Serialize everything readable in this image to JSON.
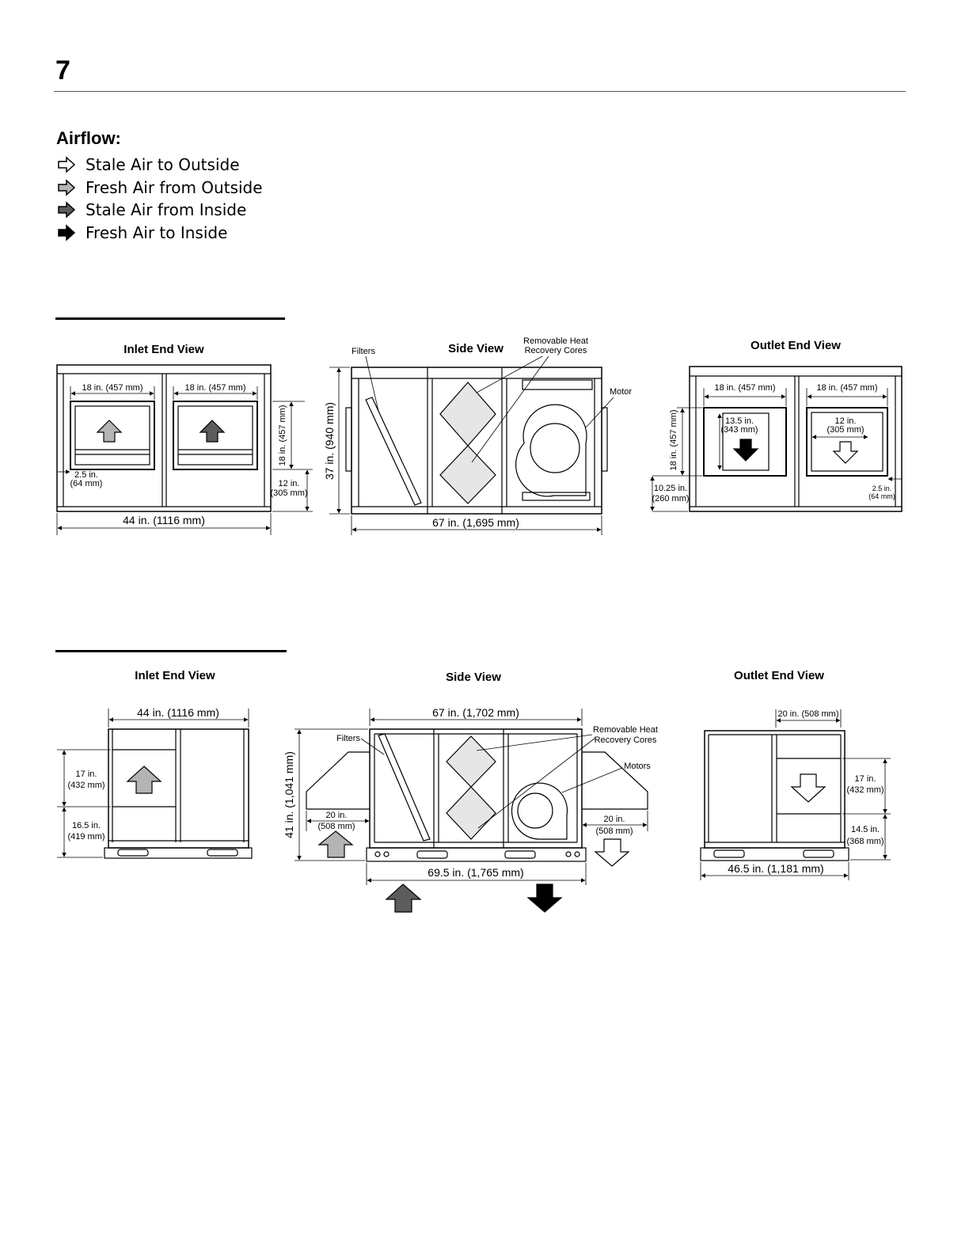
{
  "page": {
    "number": "7"
  },
  "airflow": {
    "title": "Airflow:",
    "legend": [
      {
        "label": "Stale Air to Outside",
        "fill": "#ffffff"
      },
      {
        "label": "Fresh Air from Outside",
        "fill": "#b4b4b4"
      },
      {
        "label": "Stale Air from Inside",
        "fill": "#5c5c5c"
      },
      {
        "label": "Fresh Air to Inside",
        "fill": "#000000"
      }
    ]
  },
  "unit1": {
    "inlet": {
      "title": "Inlet End View",
      "width": "18 in. (457 mm)",
      "width2": "18 in. (457 mm)",
      "height": "18 in. (457 mm)",
      "bottom": "12 in.",
      "bottom_mm": "(305 mm)",
      "offset": "2.5 in.",
      "offset_mm": "(64 mm)",
      "overall": "44 in. (1116 mm)"
    },
    "side": {
      "title": "Side View",
      "filters": "Filters",
      "cores_1": "Removable Heat",
      "cores_2": "Recovery Cores",
      "motor": "Motor",
      "height": "37 in. (940 mm)",
      "length": "67 in. (1,695 mm)"
    },
    "outlet": {
      "title": "Outlet End View",
      "width": "18 in. (457 mm)",
      "width2": "18 in. (457 mm)",
      "height": "18 in. (457 mm)",
      "inner_h": "13.5 in.",
      "inner_h_mm": "(343 mm)",
      "inner_w": "12 in.",
      "inner_w_mm": "(305 mm)",
      "bottom": "10.25 in.",
      "bottom_mm": "(260 mm)",
      "offset": "2.5 in.",
      "offset_mm": "(64 mm)"
    }
  },
  "unit2": {
    "inlet": {
      "title": "Inlet End View",
      "width": "44 in. (1116 mm)",
      "upper": "17 in.",
      "upper_mm": "(432 mm)",
      "lower": "16.5 in.",
      "lower_mm": "(419 mm)"
    },
    "side": {
      "title": "Side View",
      "length_top": "67 in. (1,702 mm)",
      "filters": "Filters",
      "cores_1": "Removable Heat",
      "cores_2": "Recovery Cores",
      "motors": "Motors",
      "height": "41 in. (1,041 mm)",
      "left_dim": "20 in.",
      "left_dim_mm": "(508 mm)",
      "right_dim": "20 in.",
      "right_dim_mm": "(508 mm)",
      "length_bottom": "69.5 in. (1,765 mm)"
    },
    "outlet": {
      "title": "Outlet End View",
      "width": "20 in. (508 mm)",
      "upper": "17 in.",
      "upper_mm": "(432 mm)",
      "lower": "14.5 in.",
      "lower_mm": "(368 mm)",
      "overall": "46.5 in. (1,181 mm)"
    }
  }
}
